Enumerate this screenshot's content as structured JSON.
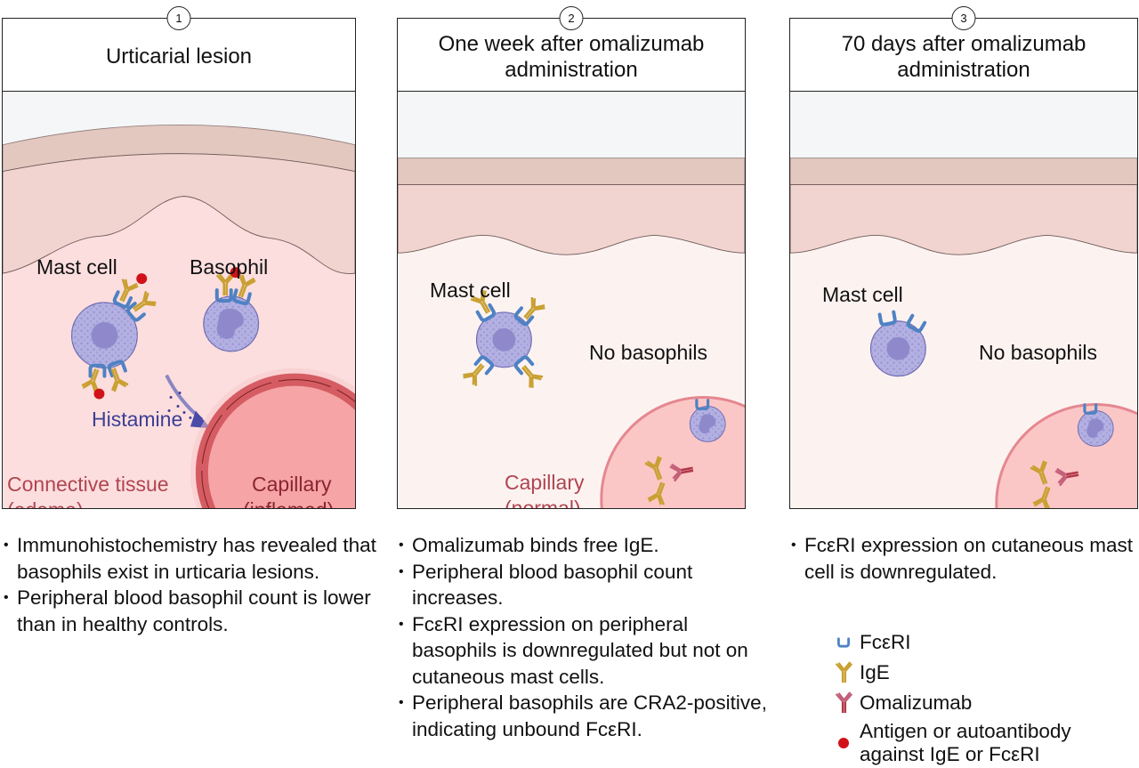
{
  "panels": [
    {
      "number": "1",
      "title": "Urticarial lesion",
      "labels": {
        "mast_cell": "Mast cell",
        "basophil": "Basophil",
        "histamine": "Histamine",
        "tissue_line1": "Connective tissue",
        "tissue_line2": "(edema)",
        "capillary_line1": "Capillary",
        "capillary_line2": "(inflamed)"
      },
      "notes": [
        "Immunohistochemistry has revealed that basophils exist in urticaria lesions.",
        "Peripheral blood basophil count is lower than in healthy controls."
      ]
    },
    {
      "number": "2",
      "title": "One week after omalizumab administration",
      "labels": {
        "mast_cell": "Mast cell",
        "no_basophils": "No basophils",
        "capillary_line1": "Capillary",
        "capillary_line2": "(normal)"
      },
      "notes": [
        "Omalizumab binds free IgE.",
        "Peripheral blood basophil count increases.",
        "FcεRI expression on peripheral basophils is downregulated but not on cutaneous mast cells.",
        "Peripheral basophils are CRA2-positive, indicating unbound FcεRI."
      ]
    },
    {
      "number": "3",
      "title": "70 days after omalizumab administration",
      "labels": {
        "mast_cell": "Mast cell",
        "no_basophils": "No basophils"
      },
      "notes": [
        "FcεRI expression on cutaneous mast cell is downregulated."
      ]
    }
  ],
  "legend": [
    {
      "icon": "fceri-receptor-icon",
      "label": "FcεRI"
    },
    {
      "icon": "ige-antibody-icon",
      "label": "IgE"
    },
    {
      "icon": "omalizumab-antibody-icon",
      "label": "Omalizumab"
    },
    {
      "icon": "antigen-dot-icon",
      "label": "Antigen or autoantibody against IgE or FcεRI"
    }
  ],
  "colors": {
    "epidermis_top": "#f4f6f8",
    "skin_layer": "#e3c8bf",
    "dermis": "#f1d4d0",
    "tissue_inflamed": "#fcdede",
    "tissue_normal": "#fcf3f1",
    "cell_fill": "#b4b1e2",
    "cell_nucleus": "#8f89cc",
    "receptor": "#4f82c3",
    "ige": "#c9a032",
    "omalizumab": "#b23a4a",
    "antigen": "#d01218",
    "capillary_inflamed": "#f6a4a6",
    "capillary_wall": "#d55c63",
    "capillary_normal": "#fbc7c6",
    "histamine_arrow": "#4a4aa8"
  }
}
